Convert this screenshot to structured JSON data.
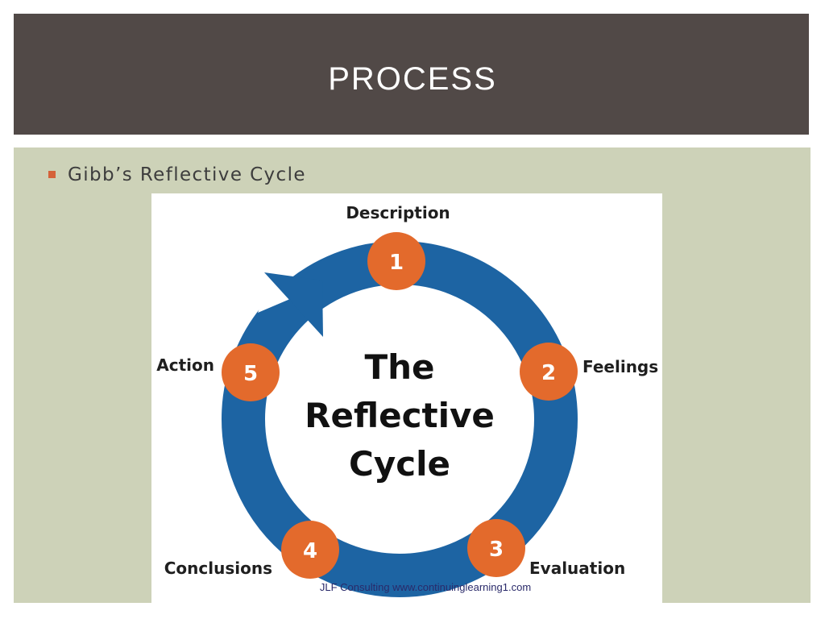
{
  "slide": {
    "title": "PROCESS",
    "bullet": "Gibb’s Reflective Cycle"
  },
  "diagram": {
    "center_lines": [
      "The",
      "Reflective",
      "Cycle"
    ],
    "stages": [
      {
        "number": "1",
        "label": "Description"
      },
      {
        "number": "2",
        "label": "Feelings"
      },
      {
        "number": "3",
        "label": "Evaluation"
      },
      {
        "number": "4",
        "label": "Conclusions"
      },
      {
        "number": "5",
        "label": "Action"
      }
    ],
    "credit": "JLF Consulting www.continuinglearning1.com"
  },
  "colors": {
    "title_bar": "#514947",
    "panel": "#cdd2b8",
    "ring": "#1d64a3",
    "badge": "#e36a2c",
    "bullet": "#d5623a"
  }
}
